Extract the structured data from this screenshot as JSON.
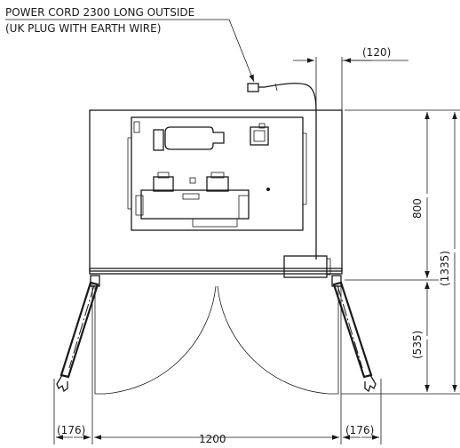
{
  "note": {
    "line1": "POWER CORD 2300 LONG OUTSIDE",
    "line2": "(UK PLUG WITH EARTH WIRE)"
  },
  "dimensions": {
    "cord_offset": "(120)",
    "depth": "800",
    "total_depth": "(1335)",
    "door_swing": "(535)",
    "width": "1200",
    "left_door_clearance": "(176)",
    "right_door_clearance": "(176)"
  }
}
